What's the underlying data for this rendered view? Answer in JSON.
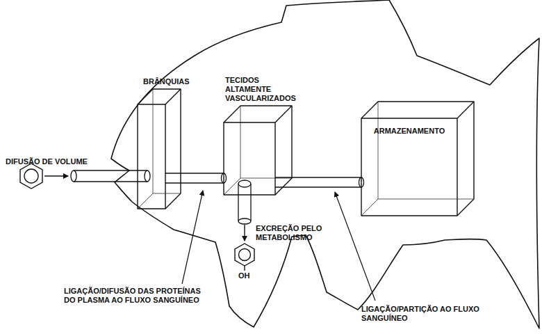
{
  "diagram": {
    "nodes": [
      {
        "text": [
          "BRÂNQUIAS"
        ]
      },
      {
        "text": [
          "TECIDOS ALTAMENTE VASCULARIZADOS"
        ]
      },
      {
        "text": [
          "ARMAZENAMENTO"
        ]
      }
    ],
    "edges": [
      {
        "from": 0,
        "to": 1,
        "arrow": "none"
      },
      {
        "from": 1,
        "to": 2,
        "arrow": "none"
      }
    ],
    "labels": [
      "DIFUSÃO DE VOLUME",
      "EXCREÇÃO PELO METABOLISMO",
      "OH",
      "LIGAÇÃO/DIFUSÃO DAS PROTEÍNAS DO PLASMA AO FLUXO SANGUÍNEO",
      "LIGAÇÃO/PARTIÇÃO AO FLUXO SANGUÍNEO"
    ]
  }
}
